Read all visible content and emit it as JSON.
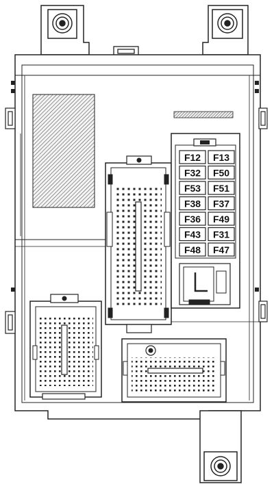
{
  "fuse_panel": {
    "fuses": [
      {
        "left": "F12",
        "right": "F13"
      },
      {
        "left": "F32",
        "right": "F50"
      },
      {
        "left": "F53",
        "right": "F51"
      },
      {
        "left": "F38",
        "right": "F37"
      },
      {
        "left": "F36",
        "right": "F49"
      },
      {
        "left": "F43",
        "right": "F31"
      },
      {
        "left": "F48",
        "right": "F47"
      }
    ]
  }
}
